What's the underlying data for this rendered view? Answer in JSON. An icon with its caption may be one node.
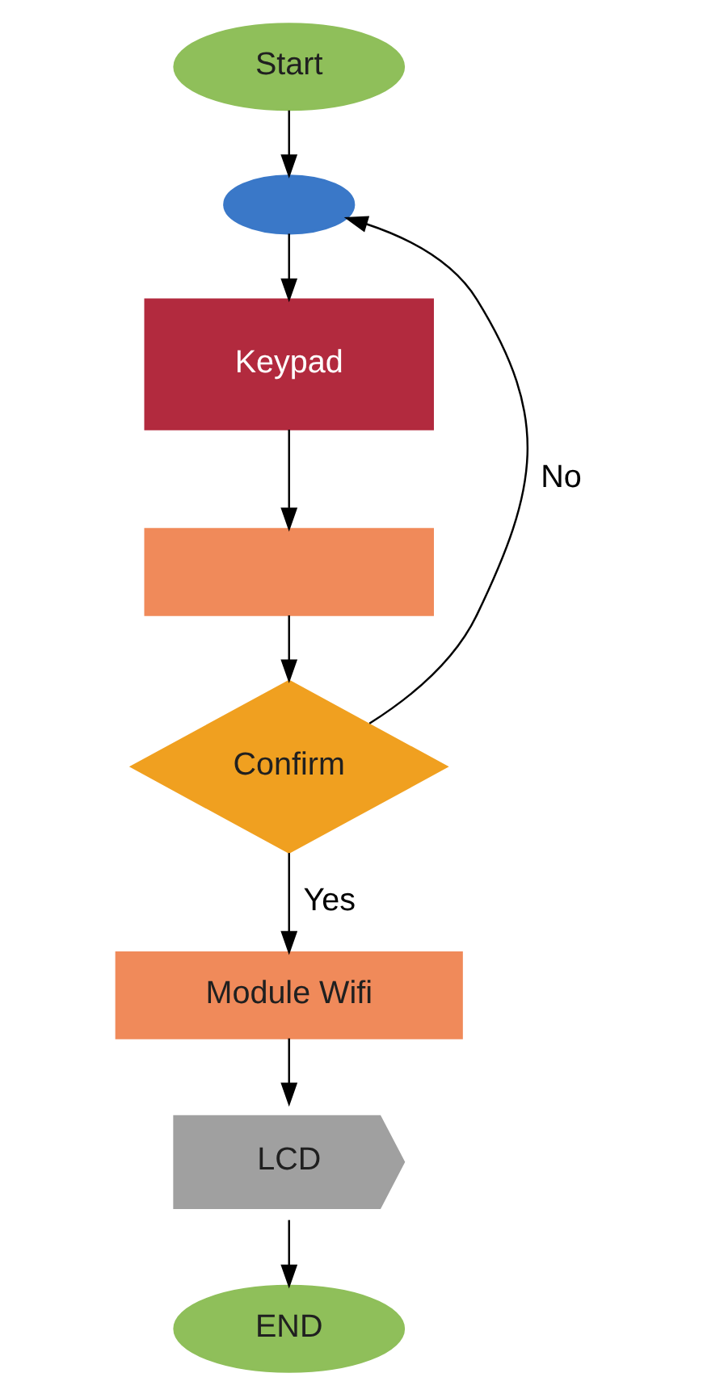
{
  "diagram": {
    "nodes": [
      {
        "text": [
          "Start"
        ]
      },
      {
        "text": [],
        "shape": "circle"
      },
      {
        "text": [
          "Keypad"
        ]
      },
      {
        "text": [],
        "shape": "box"
      },
      {
        "text": [
          "Confirm"
        ]
      },
      {
        "text": [
          "Module Wifi"
        ]
      },
      {
        "text": [
          "LCD"
        ]
      },
      {
        "text": [
          "END"
        ]
      }
    ],
    "edges": [
      {
        "from": 0,
        "to": 1,
        "arrow": "to"
      },
      {
        "from": 1,
        "to": 2,
        "arrow": "to"
      },
      {
        "from": 2,
        "to": 3,
        "arrow": "to"
      },
      {
        "from": 3,
        "to": 4,
        "arrow": "to"
      },
      {
        "from": 4,
        "to": 1,
        "arrow": "to",
        "label": "No"
      },
      {
        "from": 4,
        "to": 5,
        "arrow": "to",
        "label": "Yes"
      },
      {
        "from": 5,
        "to": 6,
        "arrow": "to"
      },
      {
        "from": 6,
        "to": 7,
        "arrow": "to"
      }
    ]
  }
}
